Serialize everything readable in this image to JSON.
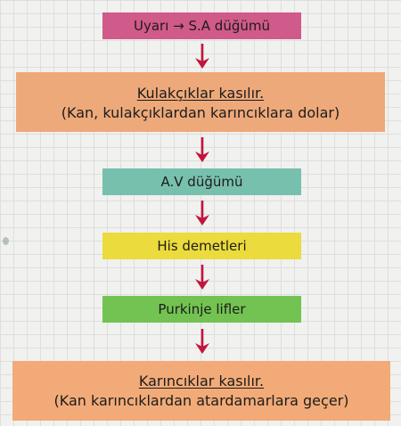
{
  "colors": {
    "arrow": "#c2143c",
    "page_background": "#f1f1ef",
    "grid": "#dedede",
    "text": "#1c1c1c"
  },
  "nodes": [
    {
      "id": "uyari-sa",
      "lines": [
        "Uyarı → S.A düğümü"
      ],
      "underline": [
        false
      ],
      "color": "#d05a8a"
    },
    {
      "id": "kulakcik",
      "lines": [
        "Kulakçıklar kasılır.",
        "(Kan, kulakçıklardan karıncıklara dolar)"
      ],
      "underline": [
        true,
        false
      ],
      "color": "#eea97a"
    },
    {
      "id": "av",
      "lines": [
        "A.V düğümü"
      ],
      "underline": [
        false
      ],
      "color": "#78c0ae"
    },
    {
      "id": "his",
      "lines": [
        "His demetleri"
      ],
      "underline": [
        false
      ],
      "color": "#ecdb3c"
    },
    {
      "id": "purkinje",
      "lines": [
        "Purkinje lifler"
      ],
      "underline": [
        false
      ],
      "color": "#72c351"
    },
    {
      "id": "karincik",
      "lines": [
        "Karıncıklar kasılır.",
        "(Kan karıncıklardan atardamarlara geçer)"
      ],
      "underline": [
        true,
        false
      ],
      "color": "#f2ab78"
    }
  ]
}
